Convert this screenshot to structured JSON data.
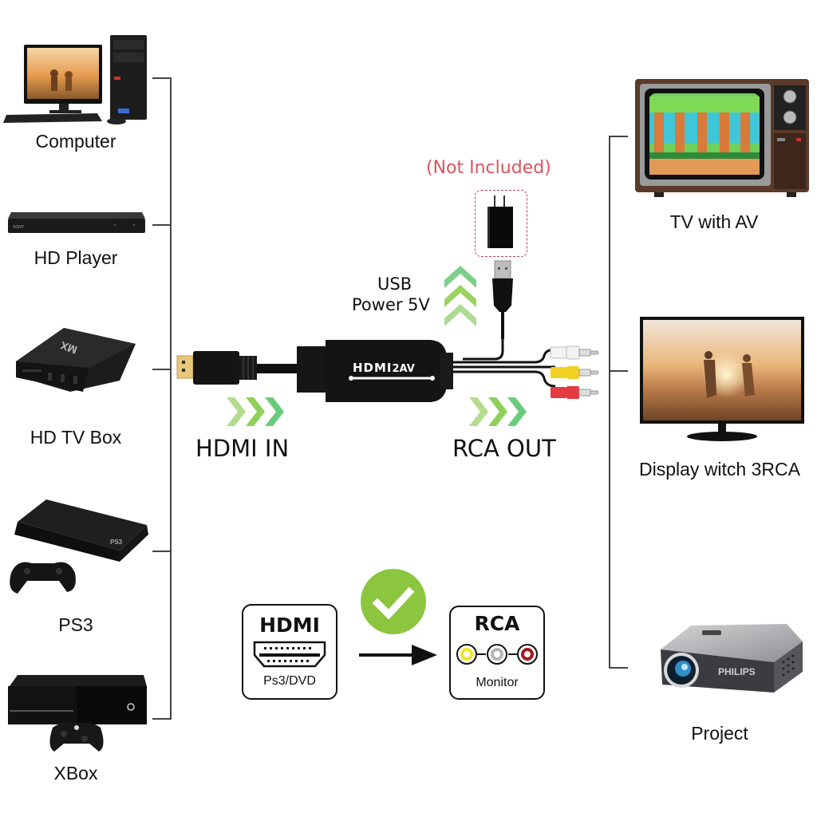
{
  "sources": {
    "title": "Input devices",
    "items": [
      {
        "id": "computer",
        "label": "Computer"
      },
      {
        "id": "hd-player",
        "label": "HD Player",
        "brand": "SONY"
      },
      {
        "id": "hd-tv-box",
        "label": "HD TV Box",
        "brand": "MX"
      },
      {
        "id": "ps3",
        "label": "PS3",
        "brand": "PS3"
      },
      {
        "id": "xbox",
        "label": "XBox"
      }
    ]
  },
  "outputs": {
    "title": "Output devices",
    "items": [
      {
        "id": "tv-with-av",
        "label": "TV with AV"
      },
      {
        "id": "display-3rca",
        "label": "Display witch 3RCA"
      },
      {
        "id": "projector",
        "label": "Project",
        "brand": "PHILIPS"
      }
    ]
  },
  "converter": {
    "brand_label": "HDMI",
    "brand_suffix": "2AV",
    "input_label": "HDMI IN",
    "output_label": "RCA OUT",
    "usb_label_line1": "USB",
    "usb_label_line2": "Power 5V",
    "adapter_note": "(Not Included)",
    "rca_plugs": [
      "white",
      "yellow",
      "red"
    ]
  },
  "flow_diagram": {
    "from_title": "HDMI",
    "from_sub": "Ps3/DVD",
    "to_title": "RCA",
    "to_sub": "Monitor",
    "status_icon": "check-icon"
  },
  "colors": {
    "accent_green": "#8cc63f",
    "arrow_green_light": "#a9d88a",
    "arrow_green_dark": "#5fc476",
    "note_red": "#d9545f",
    "line_gray": "#444444",
    "rca_yellow": "#f2d021",
    "rca_red": "#e53a3f",
    "rca_white": "#f3f3f3"
  }
}
